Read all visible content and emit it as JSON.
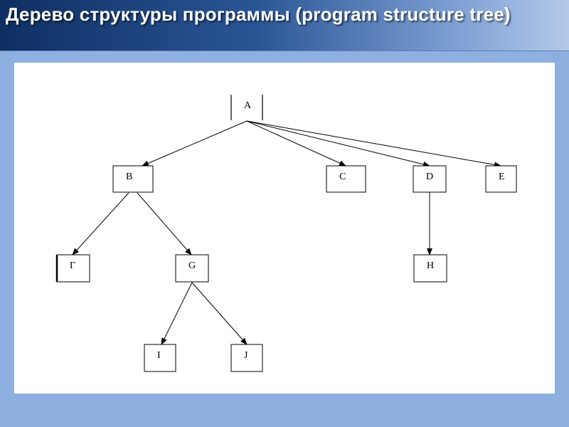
{
  "slide": {
    "title": "Дерево структуры программы (program structure tree)"
  },
  "diagram": {
    "nodes": [
      {
        "id": "A",
        "label": "A"
      },
      {
        "id": "B",
        "label": "B"
      },
      {
        "id": "C",
        "label": "C"
      },
      {
        "id": "D",
        "label": "D"
      },
      {
        "id": "E",
        "label": "E"
      },
      {
        "id": "F",
        "label": "Г"
      },
      {
        "id": "G",
        "label": "G"
      },
      {
        "id": "H",
        "label": "H"
      },
      {
        "id": "I",
        "label": "I"
      },
      {
        "id": "J",
        "label": "J"
      }
    ],
    "edges": [
      {
        "from": "A",
        "to": "B"
      },
      {
        "from": "A",
        "to": "C"
      },
      {
        "from": "A",
        "to": "D"
      },
      {
        "from": "A",
        "to": "E"
      },
      {
        "from": "B",
        "to": "F"
      },
      {
        "from": "B",
        "to": "G"
      },
      {
        "from": "D",
        "to": "H"
      },
      {
        "from": "G",
        "to": "I"
      },
      {
        "from": "G",
        "to": "J"
      }
    ]
  },
  "colors": {
    "background": "#8eb0e0",
    "title_text": "#ffffff",
    "line": "#000000"
  }
}
